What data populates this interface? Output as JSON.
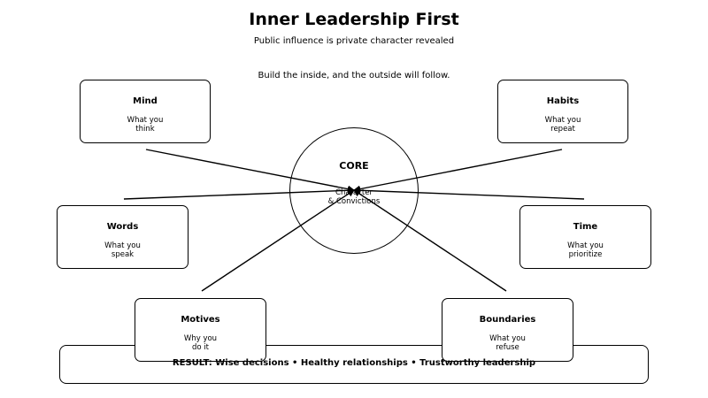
{
  "header": {
    "title": "Inner Leadership First",
    "subtitle": "Public influence is private character revealed",
    "tagline": "Build the inside, and the outside will follow."
  },
  "core": {
    "title": "CORE",
    "description_line1": "Character",
    "description_line2": "& Convictions"
  },
  "nodes": [
    {
      "name": "Mind",
      "line1": "What you",
      "line2": "think"
    },
    {
      "name": "Habits",
      "line1": "What you",
      "line2": "repeat"
    },
    {
      "name": "Words",
      "line1": "What you",
      "line2": "speak"
    },
    {
      "name": "Time",
      "line1": "What you",
      "line2": "prioritize"
    },
    {
      "name": "Motives",
      "line1": "Why you",
      "line2": "do it"
    },
    {
      "name": "Boundaries",
      "line1": "What you",
      "line2": "refuse"
    }
  ],
  "result": {
    "text": "RESULT: Wise decisions • Healthy relationships • Trustworthy leadership"
  }
}
